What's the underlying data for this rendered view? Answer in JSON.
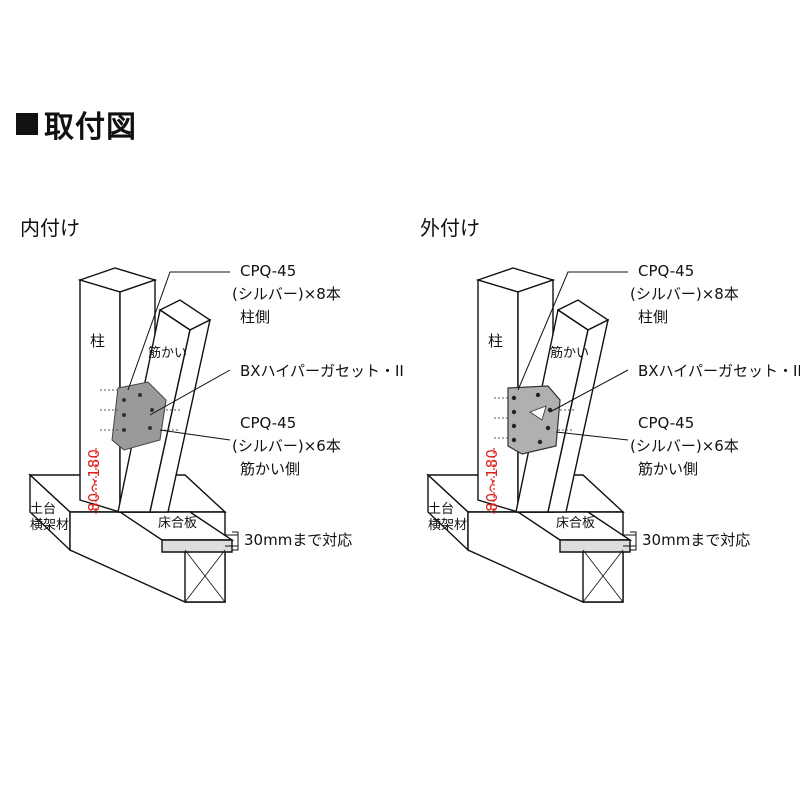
{
  "title": "取付図",
  "panels": [
    {
      "heading": "内付け",
      "labels": {
        "post": "柱",
        "brace": "筋かい",
        "sill_line1": "土台",
        "sill_line2": "横架材",
        "floor": "床合板",
        "cpq_top_1": "CPQ-45",
        "cpq_top_2": "(シルバー)×8本",
        "cpq_top_3": "柱側",
        "gusset": "BXハイパーガセット・II",
        "cpq_bot_1": "CPQ-45",
        "cpq_bot_2": "(シルバー)×6本",
        "cpq_bot_3": "筋かい側",
        "floor_note": "30mmまで対応",
        "dimension": "80～180"
      }
    },
    {
      "heading": "外付け",
      "labels": {
        "post": "柱",
        "brace": "筋かい",
        "sill_line1": "土台",
        "sill_line2": "横架材",
        "floor": "床合板",
        "cpq_top_1": "CPQ-45",
        "cpq_top_2": "(シルバー)×8本",
        "cpq_top_3": "柱側",
        "gusset": "BXハイパーガセット・II",
        "cpq_bot_1": "CPQ-45",
        "cpq_bot_2": "(シルバー)×6本",
        "cpq_bot_3": "筋かい側",
        "floor_note": "30mmまで対応",
        "dimension": "80～180"
      }
    }
  ],
  "colors": {
    "dimension": "#e0201a",
    "line": "#111111",
    "plate": "#8a8a8a"
  }
}
